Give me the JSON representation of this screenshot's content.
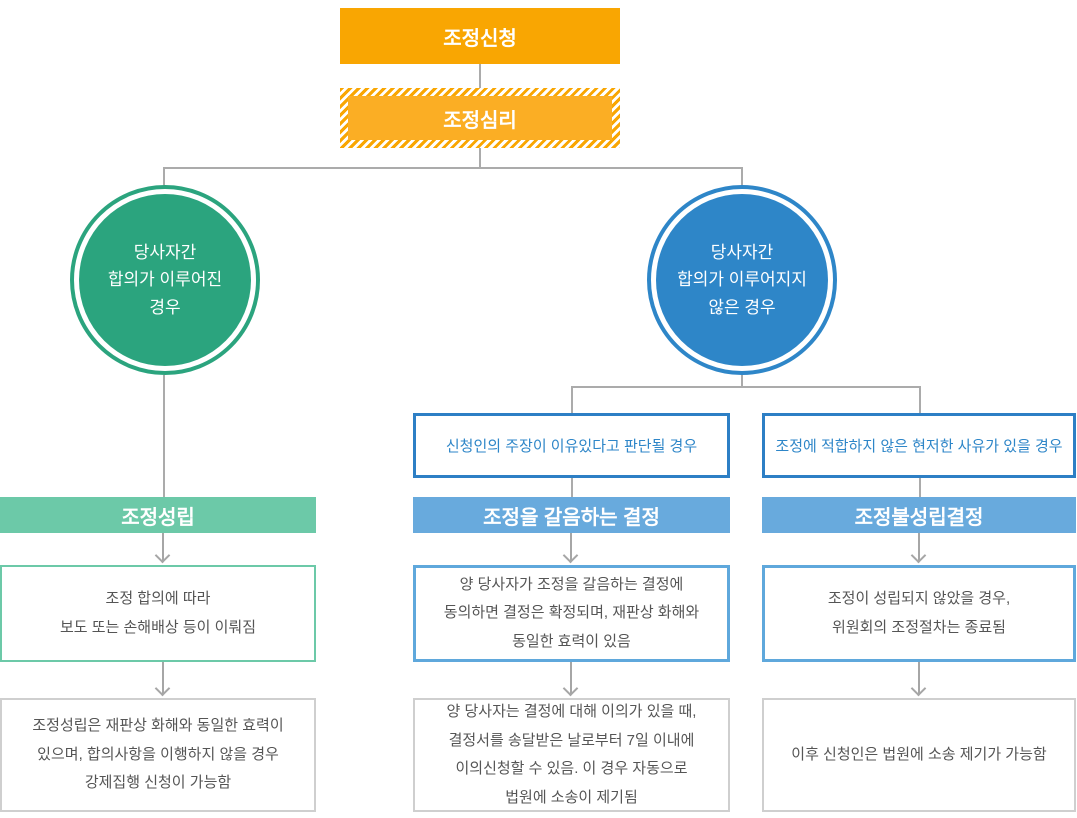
{
  "colors": {
    "orange": "#F9A602",
    "orange_light_fill": "#FBAE24",
    "green": "#2BA47E",
    "green_light": "#6CC9A8",
    "blue": "#2E86C8",
    "blue_border_dark": "#2D7FC5",
    "blue_border_light": "#5FA8DC",
    "blue_light": "#68AADD",
    "connector_gray": "#A6A6A6",
    "note_border_gray": "#CFCFCF",
    "body_text": "#555555"
  },
  "flow": {
    "application": "조정신청",
    "hearing": "조정심리",
    "agree": {
      "circle": "당사자간\n합의가 이루어진\n경우",
      "bar": "조정성립",
      "result": "조정 합의에 따라\n보도 또는 손해배상 등이 이뤄짐",
      "note": "조정성립은 재판상 화해와 동일한 효력이\n있으며, 합의사항을 이행하지 않을 경우\n강제집행 신청이 가능함"
    },
    "disagree": {
      "circle": "당사자간\n합의가 이루어지지\n않은 경우",
      "decision_branch": {
        "condition": "신청인의 주장이 이유있다고 판단될 경우",
        "bar": "조정을 갈음하는 결정",
        "result": "양 당사자가 조정을 갈음하는 결정에\n동의하면 결정은 확정되며, 재판상 화해와\n동일한 효력이 있음",
        "note": "양 당사자는 결정에 대해 이의가 있을 때,\n결정서를 송달받은 날로부터 7일 이내에\n이의신청할 수 있음. 이 경우 자동으로\n법원에 소송이 제기됨"
      },
      "dismiss_branch": {
        "condition": "조정에 적합하지 않은 현저한 사유가 있을 경우",
        "bar": "조정불성립결정",
        "result": "조정이 성립되지 않았을 경우,\n위원회의 조정절차는 종료됨",
        "note": "이후 신청인은 법원에 소송 제기가 가능함"
      }
    }
  }
}
